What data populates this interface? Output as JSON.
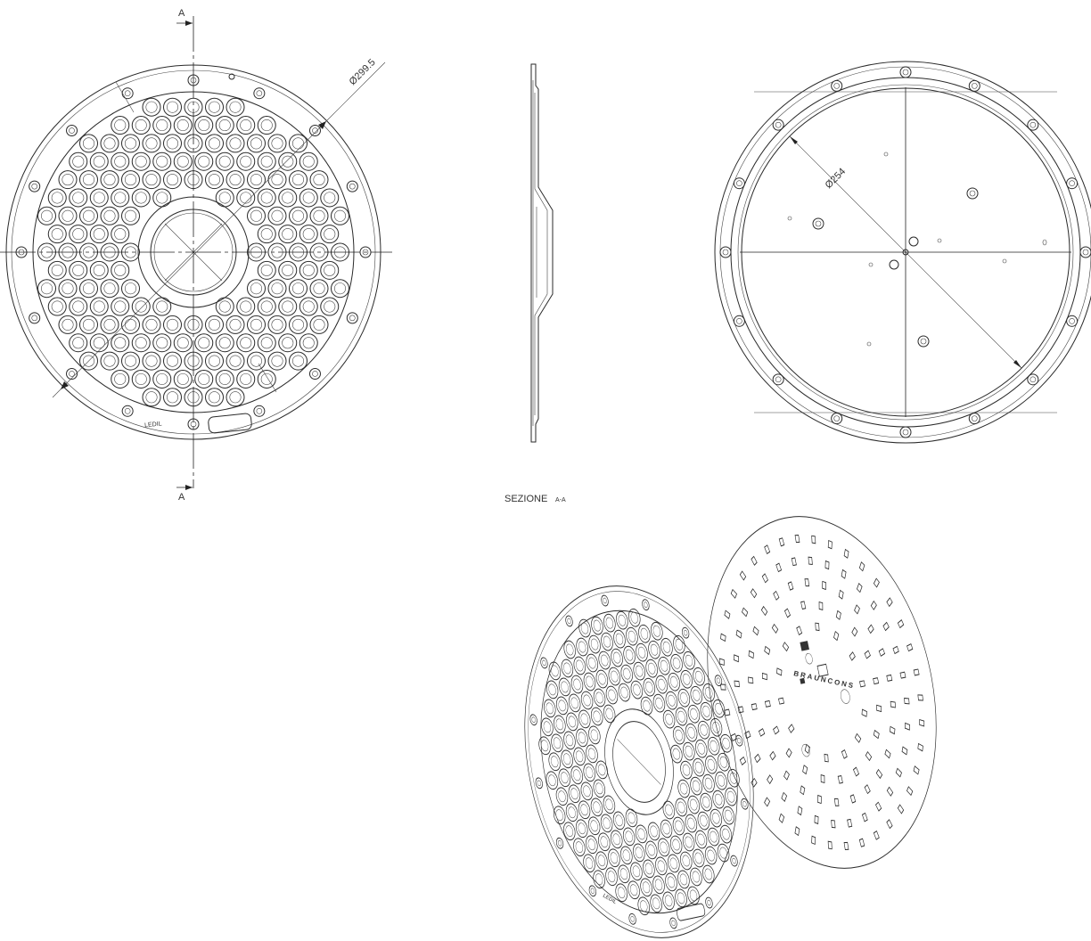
{
  "front_view": {
    "section_mark_top": "A",
    "section_mark_bottom": "A",
    "diameter_label": "Ø299.5",
    "logo_text": "LEDIL"
  },
  "back_view": {
    "diameter_label": "Ø254"
  },
  "section_view": {
    "caption_main": "SEZIONE",
    "caption_sub": "A-A"
  },
  "isometric_view": {
    "logo_text": "LEDIL",
    "pcb_marking": "BRAUNCONS"
  }
}
